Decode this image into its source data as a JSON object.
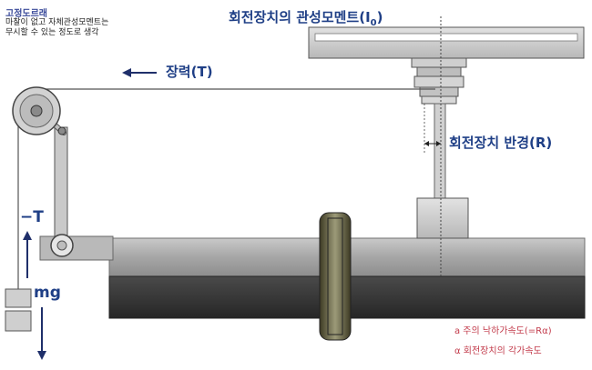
{
  "labels": {
    "pulley_title": "고정도르래",
    "pulley_desc_line1": "마찰이 없고 자체관성모멘트는",
    "pulley_desc_line2": "무시할 수 있는 정도로 생각",
    "tension": "장력(T)",
    "inertia_prefix": "회전장치의 관성모멘트(I",
    "inertia_sub": "0",
    "inertia_suffix": ")",
    "radius": "회전장치 반경(R)",
    "neg_t": "−T",
    "mg": "mg",
    "accel": "a 주의 낙하가속도(=Rα)",
    "angacc": "α  회전장치의 각가속도"
  },
  "colors": {
    "label_blue": "#1f3f86",
    "note_red": "#c23a4a",
    "arrow_navy": "#1f2f6a",
    "metal_gray": "#a9a9a9",
    "dark_band": "#3a3a3a"
  }
}
